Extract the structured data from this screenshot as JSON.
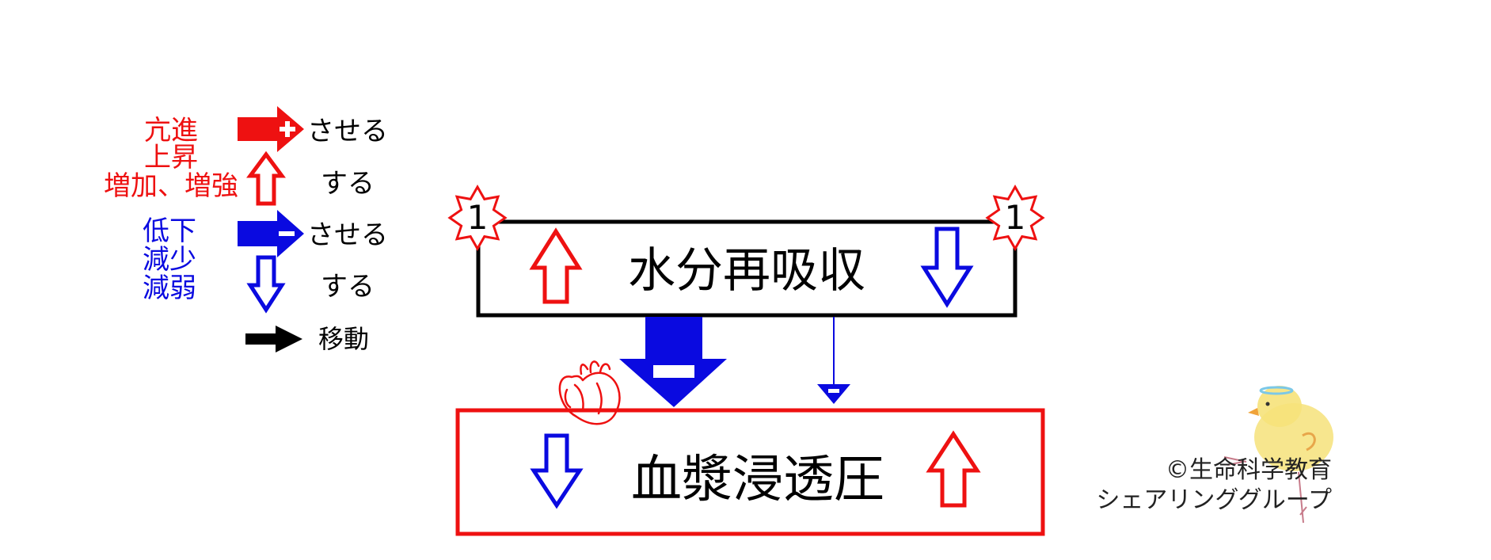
{
  "colors": {
    "red": "#ee1111",
    "blue": "#0a0ae0",
    "black": "#000000"
  },
  "legend": {
    "red_terms": [
      "亢進",
      "上昇",
      "増加、増強"
    ],
    "blue_terms": [
      "低下",
      "減少",
      "減弱"
    ],
    "causative_label": "させる",
    "verb_label": "する",
    "move_label": "移動"
  },
  "diagram": {
    "top_box_label": "水分再吸収",
    "bottom_box_label": "血漿浸透圧",
    "burst_number_left": "1",
    "burst_number_right": "1"
  },
  "credit": {
    "line1": "©生命科学教育",
    "line2": "シェアリンググループ"
  },
  "icons": [
    "plus-arrow-icon",
    "up-arrow-icon",
    "minus-arrow-icon",
    "down-arrow-icon",
    "move-arrow-icon",
    "starburst-icon",
    "heart-icon",
    "chick-icon"
  ]
}
